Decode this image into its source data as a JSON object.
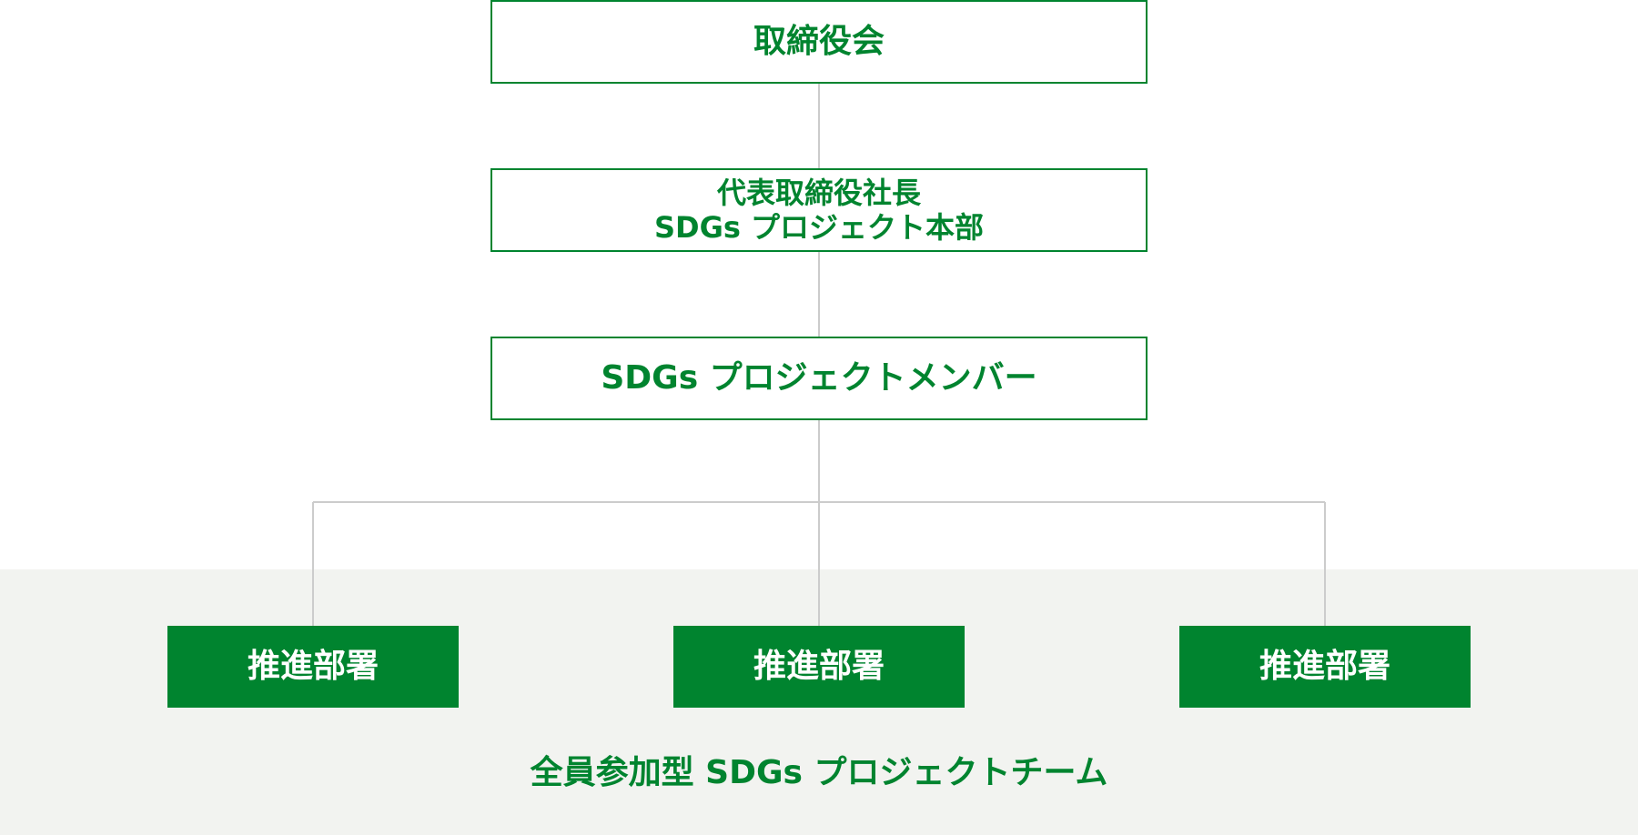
{
  "diagram": {
    "board": {
      "label": "取締役会"
    },
    "headquarters": {
      "lines": [
        "代表取締役社長",
        "SDGs プロジェクト本部"
      ]
    },
    "members": {
      "label": "SDGs プロジェクトメンバー"
    },
    "departments": [
      {
        "label": "推進部署"
      },
      {
        "label": "推進部署"
      },
      {
        "label": "推進部署"
      }
    ],
    "team_label": "全員参加型 SDGs プロジェクトチーム"
  },
  "colors": {
    "primary_green": "#00842f",
    "connector_gray": "#cccccc",
    "team_background": "#f2f3f0",
    "department_text": "#ffffff"
  }
}
